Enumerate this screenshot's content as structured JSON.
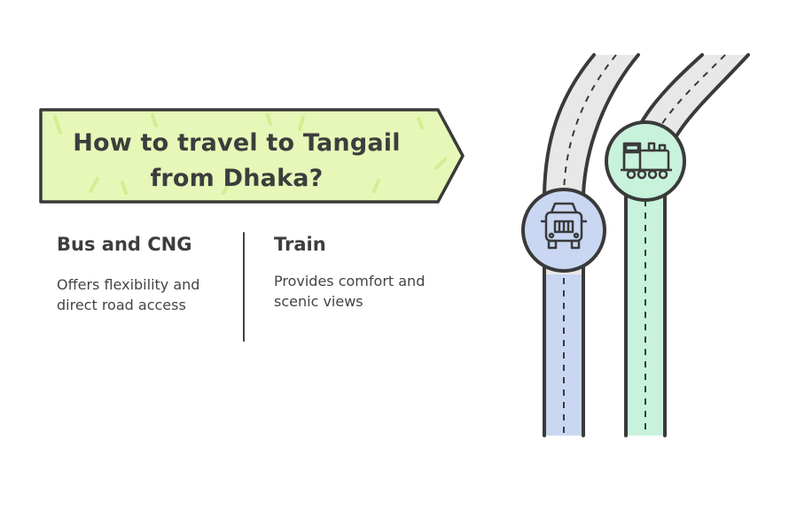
{
  "banner": {
    "title_line1": "How to travel to Tangail",
    "title_line2": "from Dhaka?",
    "color": "#e6f7b8"
  },
  "options": [
    {
      "title": "Bus and CNG",
      "description": "Offers flexibility and direct road access",
      "icon": "truck-icon",
      "color": "#c9d7f2"
    },
    {
      "title": "Train",
      "description": "Provides comfort and scenic views",
      "icon": "train-icon",
      "color": "#c8f2dc"
    }
  ]
}
